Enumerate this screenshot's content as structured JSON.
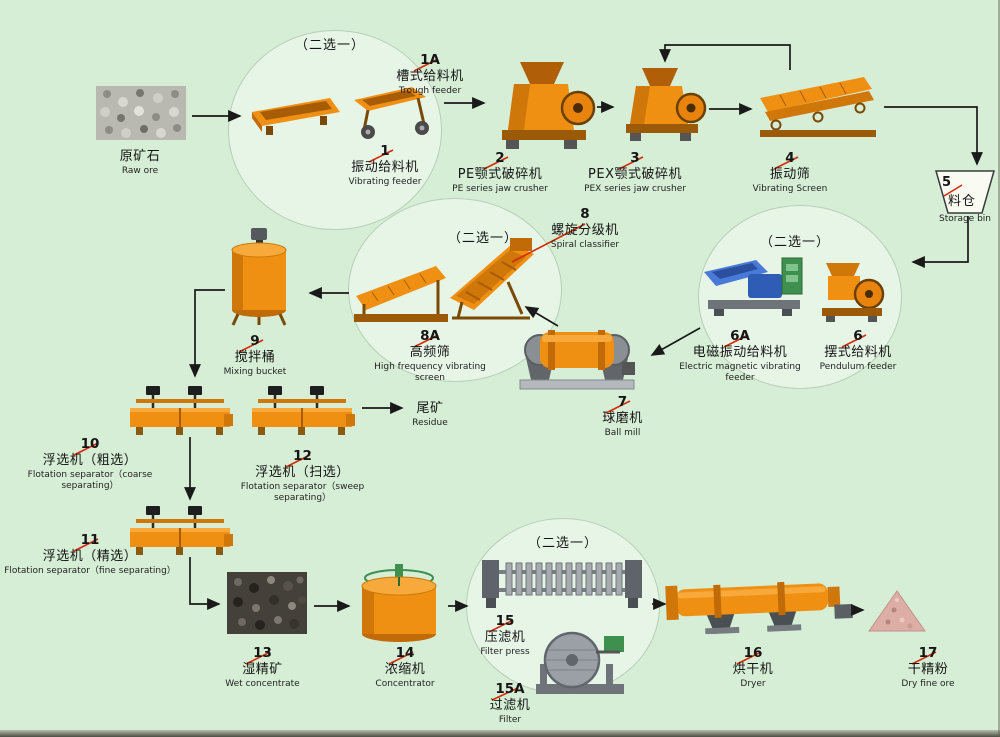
{
  "choice_label": "（二选一）",
  "colors": {
    "background": "#d6eed6",
    "machine_orange": "#ef8c10",
    "leader_red": "#d42a00",
    "feeder_blue": "#3a6fd0",
    "arrow_black": "#1a1a1a"
  },
  "nodes": {
    "raw_ore": {
      "zh": "原矿石",
      "en": "Raw ore"
    },
    "trough_feeder": {
      "num": "1A",
      "zh": "槽式给料机",
      "en": "Trough feeder"
    },
    "vibrating_feeder": {
      "num": "1",
      "zh": "振动给料机",
      "en": "Vibrating feeder"
    },
    "pe_crusher": {
      "num": "2",
      "zh": "PE颚式破碎机",
      "en": "PE series jaw crusher"
    },
    "pex_crusher": {
      "num": "3",
      "zh": "PEX颚式破碎机",
      "en": "PEX series jaw crusher"
    },
    "vibrating_screen": {
      "num": "4",
      "zh": "振动筛",
      "en": "Vibrating Screen"
    },
    "storage_bin": {
      "num": "5",
      "zh": "料仓",
      "en": "Storage bin"
    },
    "em_vibrating_feeder": {
      "num": "6A",
      "zh": "电磁振动给料机",
      "en": "Electric magnetic vibrating feeder"
    },
    "pendulum_feeder": {
      "num": "6",
      "zh": "摆式给料机",
      "en": "Pendulum feeder"
    },
    "ball_mill": {
      "num": "7",
      "zh": "球磨机",
      "en": "Ball mill"
    },
    "spiral_classifier": {
      "num": "8",
      "zh": "螺旋分级机",
      "en": "Spiral classifier"
    },
    "hf_screen": {
      "num": "8A",
      "zh": "高频筛",
      "en": "High frequency vibrating screen"
    },
    "mixing_bucket": {
      "num": "9",
      "zh": "搅拌桶",
      "en": "Mixing bucket"
    },
    "flotation_coarse": {
      "num": "10",
      "zh": "浮选机（粗选）",
      "en": "Flotation separator（coarse separating）"
    },
    "flotation_fine": {
      "num": "11",
      "zh": "浮选机（精选）",
      "en": "Flotation separator（fine separating）"
    },
    "flotation_sweep": {
      "num": "12",
      "zh": "浮选机（扫选）",
      "en": "Flotation separator（sweep separating）"
    },
    "residue": {
      "zh": "尾矿",
      "en": "Residue"
    },
    "wet_concentrate": {
      "num": "13",
      "zh": "湿精矿",
      "en": "Wet concentrate"
    },
    "concentrator": {
      "num": "14",
      "zh": "浓缩机",
      "en": "Concentrator"
    },
    "filter_press": {
      "num": "15",
      "zh": "压滤机",
      "en": "Filter press"
    },
    "filter": {
      "num": "15A",
      "zh": "过滤机",
      "en": "Filter"
    },
    "dryer": {
      "num": "16",
      "zh": "烘干机",
      "en": "Dryer"
    },
    "dry_fine_ore": {
      "num": "17",
      "zh": "干精粉",
      "en": "Dry fine ore"
    }
  }
}
